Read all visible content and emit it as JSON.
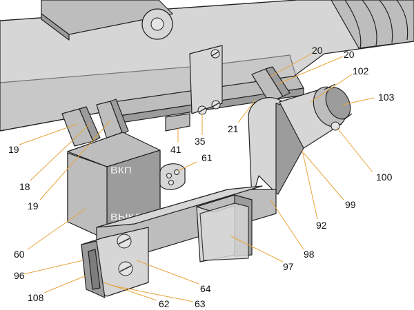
{
  "switch_labels": {
    "on": "ВКП",
    "off": "ВЫКЛ"
  },
  "callouts": [
    {
      "id": "c20a",
      "text": "20"
    },
    {
      "id": "c20b",
      "text": "20"
    },
    {
      "id": "c102",
      "text": "102"
    },
    {
      "id": "c103",
      "text": "103"
    },
    {
      "id": "c21",
      "text": "21"
    },
    {
      "id": "c35",
      "text": "35"
    },
    {
      "id": "c41",
      "text": "41"
    },
    {
      "id": "c19a",
      "text": "19"
    },
    {
      "id": "c18",
      "text": "18"
    },
    {
      "id": "c19b",
      "text": "19"
    },
    {
      "id": "c61",
      "text": "61"
    },
    {
      "id": "c100",
      "text": "100"
    },
    {
      "id": "c99",
      "text": "99"
    },
    {
      "id": "c92",
      "text": "92"
    },
    {
      "id": "c60",
      "text": "60"
    },
    {
      "id": "c98",
      "text": "98"
    },
    {
      "id": "c96",
      "text": "96"
    },
    {
      "id": "c97",
      "text": "97"
    },
    {
      "id": "c64",
      "text": "64"
    },
    {
      "id": "c108",
      "text": "108"
    },
    {
      "id": "c62",
      "text": "62"
    },
    {
      "id": "c63",
      "text": "63"
    }
  ],
  "colors": {
    "leader_line": "#e8a33a",
    "body_light": "#d6d6d6",
    "body_shadow": "#9c9c9c"
  }
}
